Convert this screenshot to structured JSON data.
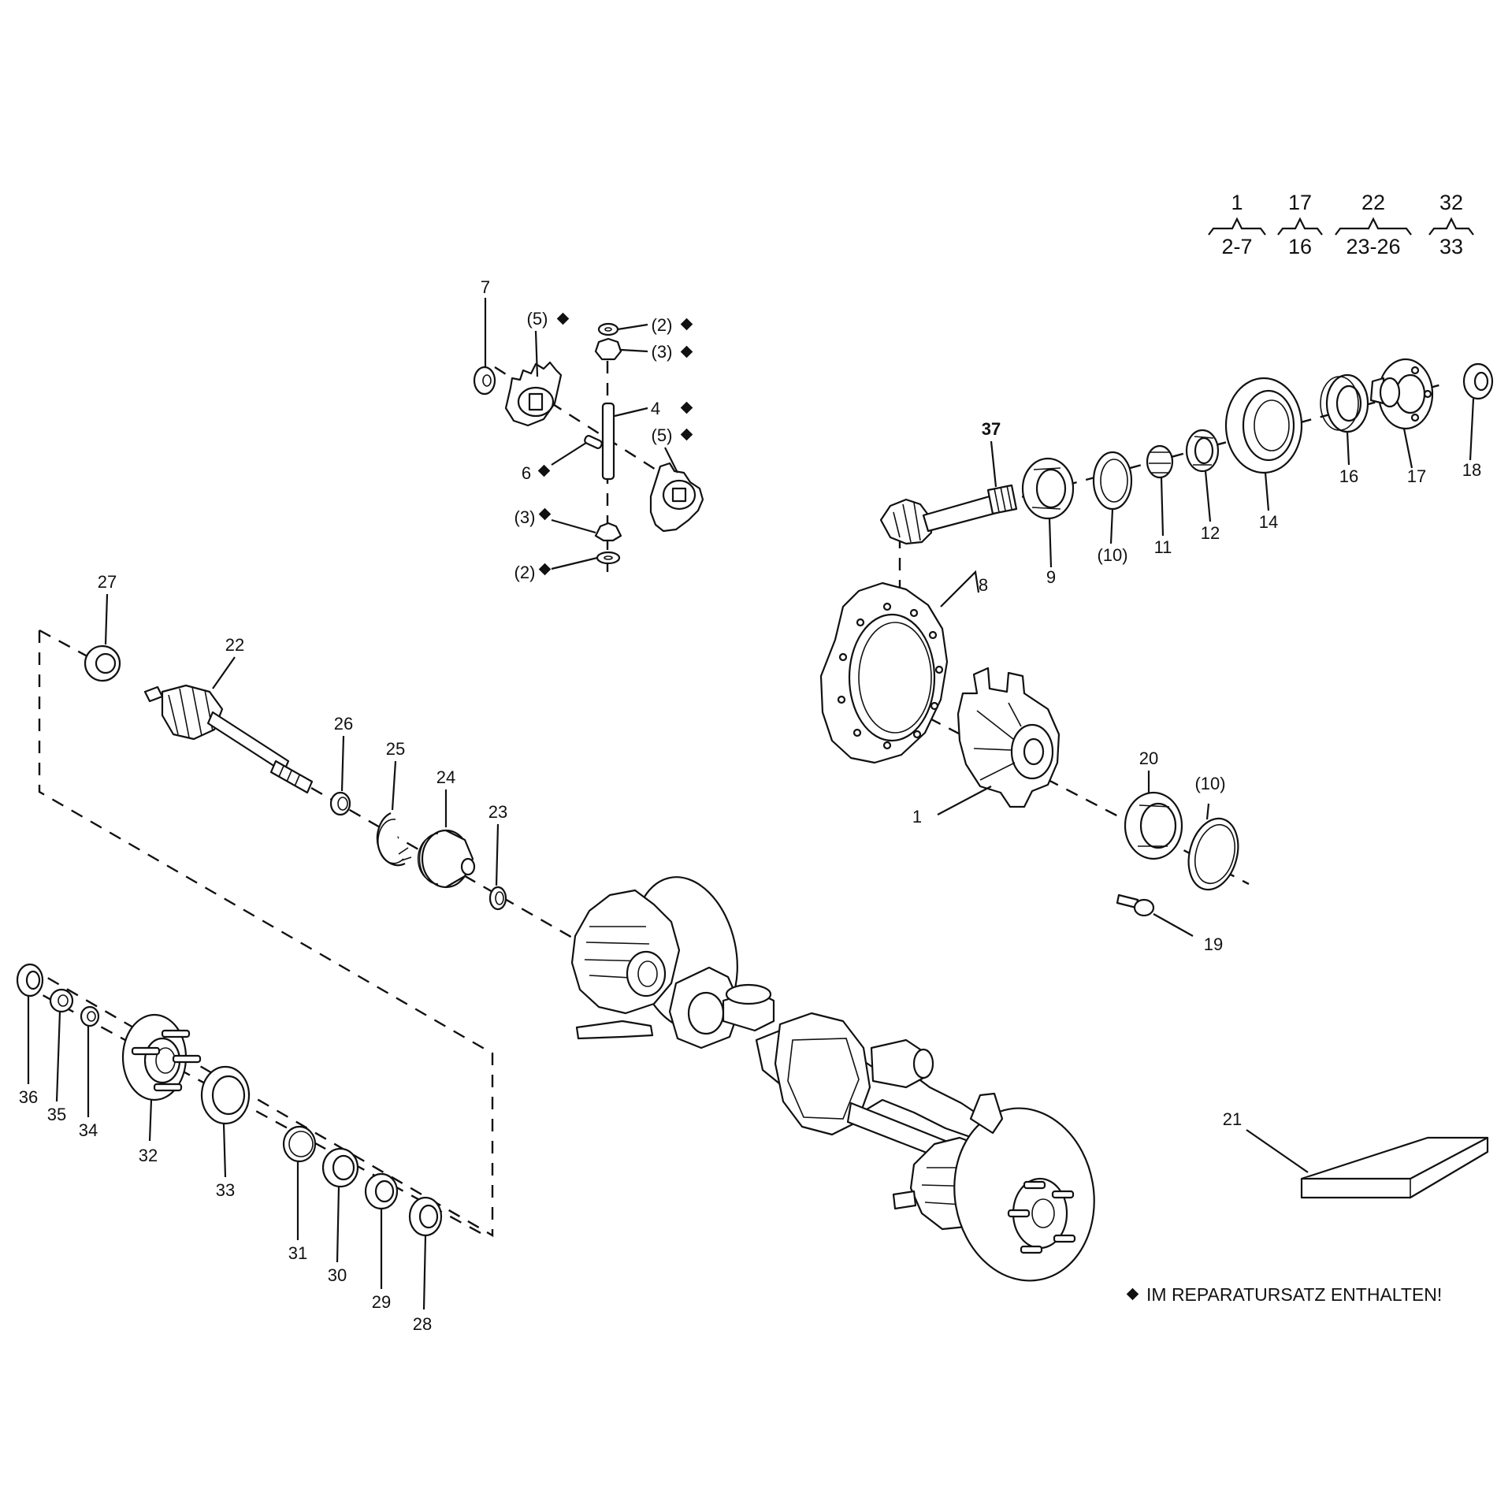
{
  "callouts": [
    {
      "id": "7",
      "text": "7"
    },
    {
      "id": "5a",
      "text": "(5)",
      "kit": true
    },
    {
      "id": "2a",
      "text": "(2)",
      "kit": true
    },
    {
      "id": "3a",
      "text": "(3)",
      "kit": true
    },
    {
      "id": "4",
      "text": "4",
      "kit": true
    },
    {
      "id": "5b",
      "text": "(5)",
      "kit": true
    },
    {
      "id": "6",
      "text": "6",
      "kit": true
    },
    {
      "id": "3b",
      "text": "(3)",
      "kit": true
    },
    {
      "id": "2b",
      "text": "(2)",
      "kit": true
    },
    {
      "id": "27",
      "text": "27"
    },
    {
      "id": "22",
      "text": "22"
    },
    {
      "id": "26",
      "text": "26"
    },
    {
      "id": "25",
      "text": "25"
    },
    {
      "id": "24",
      "text": "24"
    },
    {
      "id": "23",
      "text": "23"
    },
    {
      "id": "37",
      "text": "37"
    },
    {
      "id": "8",
      "text": "8"
    },
    {
      "id": "9",
      "text": "9"
    },
    {
      "id": "10a",
      "text": "(10)"
    },
    {
      "id": "11",
      "text": "11"
    },
    {
      "id": "12",
      "text": "12"
    },
    {
      "id": "14",
      "text": "14"
    },
    {
      "id": "16",
      "text": "16"
    },
    {
      "id": "17",
      "text": "17"
    },
    {
      "id": "18",
      "text": "18"
    },
    {
      "id": "1",
      "text": "1"
    },
    {
      "id": "20",
      "text": "20"
    },
    {
      "id": "10b",
      "text": "(10)"
    },
    {
      "id": "19",
      "text": "19"
    },
    {
      "id": "36",
      "text": "36"
    },
    {
      "id": "35",
      "text": "35"
    },
    {
      "id": "34",
      "text": "34"
    },
    {
      "id": "32",
      "text": "32"
    },
    {
      "id": "33",
      "text": "33"
    },
    {
      "id": "31",
      "text": "31"
    },
    {
      "id": "30",
      "text": "30"
    },
    {
      "id": "29",
      "text": "29"
    },
    {
      "id": "28",
      "text": "28"
    },
    {
      "id": "21",
      "text": "21"
    }
  ],
  "legend": [
    {
      "parent": "1",
      "children": "2-7"
    },
    {
      "parent": "17",
      "children": "16"
    },
    {
      "parent": "22",
      "children": "23-26"
    },
    {
      "parent": "32",
      "children": "33"
    }
  ],
  "note": "IM REPARATURSATZ ENTHALTEN!"
}
